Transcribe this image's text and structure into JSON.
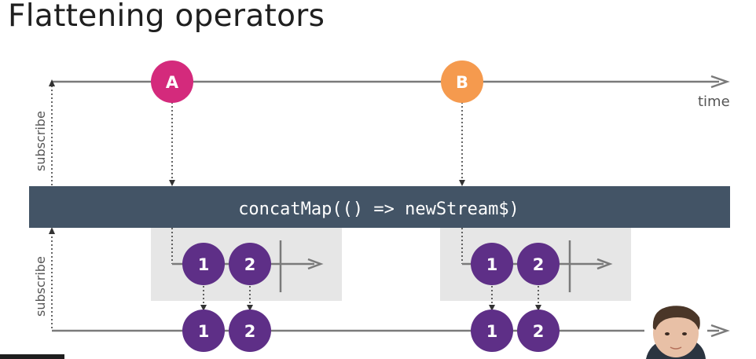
{
  "slide": {
    "title": "Flattening operators"
  },
  "diagram": {
    "operator_label": "concatMap(() => newStream$)",
    "time_label": "time",
    "subscribe_labels": [
      "subscribe",
      "subscribe"
    ],
    "source_marbles": [
      {
        "label": "A",
        "color": "#d42a7c"
      },
      {
        "label": "B",
        "color": "#f59a4e"
      }
    ],
    "inner_streams": [
      {
        "marbles": [
          "1",
          "2"
        ],
        "completes": true
      },
      {
        "marbles": [
          "1",
          "2"
        ],
        "completes": true
      }
    ],
    "output_marbles": [
      "1",
      "2",
      "1",
      "2"
    ],
    "colors": {
      "operator_bar": "#435466",
      "inner_marble": "#5e2f87",
      "inner_panel": "#e6e6e6",
      "line": "#7a7a7a"
    }
  },
  "presenter": {
    "avatar": "presenter-webcam"
  }
}
